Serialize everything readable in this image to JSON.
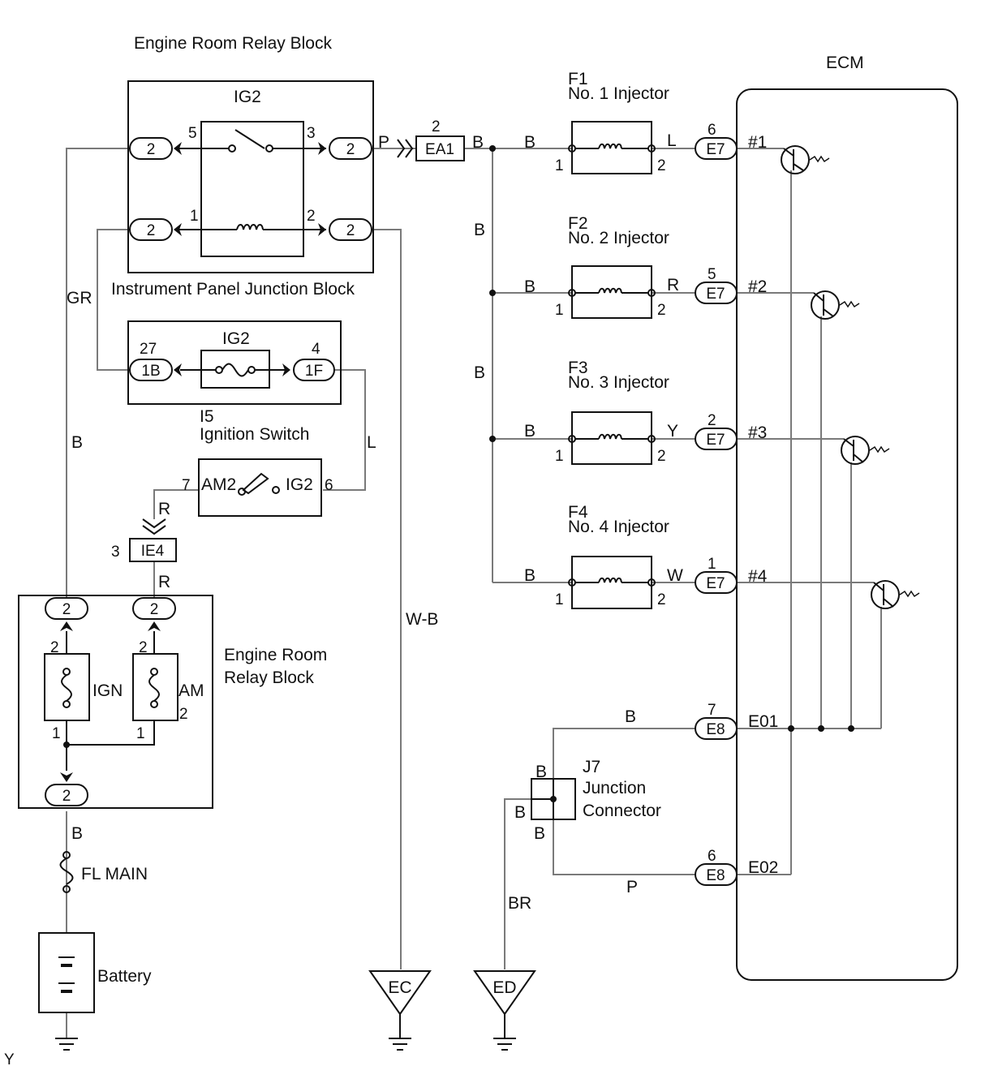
{
  "labels": {
    "relay_block_top": "Engine Room Relay Block",
    "ig2_relay": "IG2",
    "ip_junction": "Instrument Panel Junction Block",
    "ig2_fuse": "IG2",
    "i5": "I5",
    "ignition_switch": "Ignition Switch",
    "am2": "AM2",
    "ig2_sw": "IG2",
    "relay_block_bottom_1": "Engine Room",
    "relay_block_bottom_2": "Relay Block",
    "ign": "IGN",
    "am": "AM",
    "fl_main": "FL MAIN",
    "battery": "Battery",
    "ecm": "ECM",
    "f1_id": "F1",
    "f1_name": "No. 1 Injector",
    "f2_id": "F2",
    "f2_name": "No. 2 Injector",
    "f3_id": "F3",
    "f3_name": "No. 3 Injector",
    "f4_id": "F4",
    "f4_name": "No. 4 Injector",
    "j7_id": "J7",
    "j7_name1": "Junction",
    "j7_name2": "Connector",
    "ground_ec": "EC",
    "ground_ed": "ED",
    "corner": "Y"
  },
  "connectors": {
    "c2": "2",
    "c1b": "1B",
    "c1f": "1F",
    "ie4": "IE4",
    "ea1": "EA1",
    "e7": "E7",
    "e8": "E8"
  },
  "pins": {
    "p1": "1",
    "p2": "2",
    "p3": "3",
    "p4": "4",
    "p5": "5",
    "p6": "6",
    "p7": "7",
    "p27": "27"
  },
  "wires": {
    "gr": "GR",
    "b": "B",
    "l": "L",
    "r": "R",
    "p": "P",
    "wb": "W-B",
    "y": "Y",
    "w": "W",
    "br": "BR"
  },
  "ecm_terminals": {
    "n1": "#1",
    "n2": "#2",
    "n3": "#3",
    "n4": "#4",
    "e01": "E01",
    "e02": "E02"
  }
}
